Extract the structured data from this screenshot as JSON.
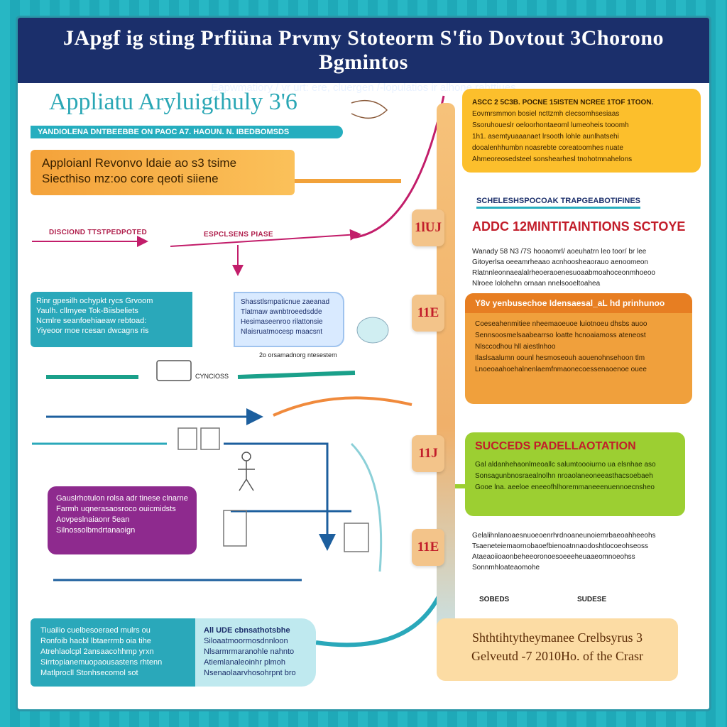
{
  "header": {
    "title": "JApgf ig sting Prfiüna Prvmy Stoteorm S'fio Dovtout 3Chorono Bgmintos",
    "subtitle": "Eapwmatiory / vr urt: ere, cluergen /-lopulatios ir alhone rahttiues"
  },
  "left": {
    "title": "Appliatu Aryluigthuly 3'6",
    "teal_bar": "YANDIOLENA DNTBEEBBE ON PAOC A7. HAOUN. N. IBEDBOMSDS",
    "orange_box": {
      "line1": "Apploianl Revonvo ldaie ao s3 tsime",
      "line2": "Siecthiso mz:oo core qeoti siiene"
    },
    "caption_a": "DISCIOND TTSTPEDPOTED",
    "caption_b": "ESPCLSENS PIASE",
    "row_box_left": {
      "line1": "Rinr gpesilh ochypkt rycs Grvoom",
      "line2": "Yaulh. cllmyee Tok-Biisbeliets",
      "line3": "Ncmlre seanfoehiaeaw rebtoad:",
      "line4": "Yiyeoor moe rcesan dwcagns ris"
    },
    "row_box_right": {
      "line1": "Shasstlsmpaticnue zaeanad",
      "line2": "Tlatmaw awnbtroeedsdde",
      "line3": "Hesimaseenroo rilattonsie",
      "line4": "Nlaisruatmocesp maacsnt"
    },
    "row_caption": "2o orsamadnorg ntesestem",
    "mid_caption": "CYNCIOSS",
    "purple_box": {
      "line1": "Gauslrhotulon rolsa adr tinese clnarne",
      "line2": "Farmh uqnerasaosroco ouicmidsts",
      "line3": "Aovpeslnaiaonr 5ean",
      "line4": "Silnossolbmdrtanaoign"
    },
    "teal_box_bottom": {
      "line1": "Tiuailio cuelbesoeraed mulrs ou",
      "line2": "Ronfoib haobl lbtaerrmb oia tihe",
      "line3": "Atrehlaolcpl 2ansaacohhmp yrxn",
      "line4": "Sirrtopianemuopaousastens rhtenn",
      "line5": "Matlprocll Stonhsecomol sot"
    },
    "light_box_bottom": {
      "head": "All UDE cbnsathotsbhe",
      "line1": "Siloaatmoormosdnnloon",
      "line2": "Nlsarmrmaranohle nahnto",
      "line3": "Atiemlanaleoinhr plmoh",
      "line4": "Nsenaolaarvhosohrpnt bro"
    }
  },
  "steps": [
    "1lUJ",
    "11E",
    "11J",
    "11E"
  ],
  "right": {
    "card1": {
      "line1": "ASCC 2 5C3B. POCNE 15ISTEN NCREE 1TOF 1TOON.",
      "line2": "Eovmrsmmon bosiel ncttzmh clecsomhsesiaas",
      "line3": "Ssoruhoueslr oeloorhontaeoml lumeoheis tooomh",
      "line4": "1h1. asemtyuaaanaet lrsooth lohle aunlhatsehi",
      "line5": "dooalenhhumbn noasrebte coreatoomhes nuate",
      "line6": "Ahmeoreosedsteel sonshearhesl tnohotmnahelons"
    },
    "pill_label": "SCHELESHSPOCOAK TRAPGEABOTIFINES",
    "big_red": "ADDC 12MINTITAINTIONS SCTOYE",
    "text_block": {
      "line1": "Wanady 58 N3 /7S hooaomrl/ aoeuhatrn leo toor/ br lee ",
      "line2": "Gitoyerlsa oeeamrheaao acnhoosheaorauo aenoomeon",
      "line3": "Rlatnnleonnaealalrheoeraoenesuoaabmoahoceonmhoeoo",
      "line4": "Nlroee lolohehn ornaan nnelsooeltoahea"
    },
    "card3": {
      "head": "Y8v yenbusechoe Idensaesal_aL hd prinhunoo",
      "line1": "Coeseahenmitiee nheemaoeuoe luiotnoeu dhsbs auoo",
      "line2": "Sennsoosmelsaabearrso loatte hcnoaiamoss ateneost",
      "line3": "Nlsccodhou hll aiestlnhoo",
      "line4": "Ilaslsaalumn oounl hesmoseouh aouenohnsehoon tlm",
      "line5": "Lnoeoaahoehalnenlaemfnmaonecoessenaoenoe ouee"
    },
    "card4": {
      "head": "SUCCEDS PADELLAOTATION",
      "line1": "Gal aldanhehaonlmeoallc salumtoooiurno ua elsnhae aso",
      "line2": "Sonsagunbnosraealnolhn nroaolaneoneeasthacsoebaeh",
      "line3": "Gooe lna. aeeloe eneeofhlhoremmaneeenuennoecnsheo"
    },
    "text_block2": {
      "line1": "Gelalihnlanoaesnuoeoenrhrdnoaneunoiemrbaeoahheeohs",
      "line2": "Tsaeneteiemaornobaoefbienoatnnaodoshtlocoeohseoss",
      "line3": "Ataeaoiioaonbeheeoronoesoeeeheuaaeomnoeohss",
      "line4": "Sonnmhloateaomohe"
    },
    "sig_a": "SOBEDS",
    "sig_b": "SUDESE",
    "final_box": {
      "line1": "Shthtihtytheymanee Crelbsyrus 3",
      "line2": "Gelveutd -7 2010Ho. of the Crasr"
    }
  }
}
